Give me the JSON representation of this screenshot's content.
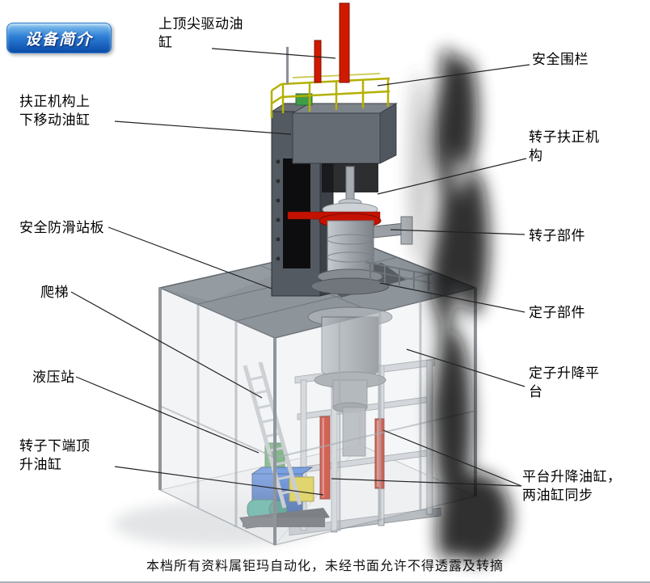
{
  "badge": {
    "label": "设备简介"
  },
  "labels": [
    {
      "id": "top-center-drive-cylinder",
      "text": "上顶尖驱动油\n缸"
    },
    {
      "id": "safety-fence",
      "text": "安全围栏"
    },
    {
      "id": "centering-mech-updown-cylinder",
      "text": "扶正机构上\n下移动油缸"
    },
    {
      "id": "rotor-centering-mech",
      "text": "转子扶正机\n构"
    },
    {
      "id": "anti-slip-platform",
      "text": "安全防滑站板"
    },
    {
      "id": "rotor-part",
      "text": "转子部件"
    },
    {
      "id": "ladder",
      "text": "爬梯"
    },
    {
      "id": "stator-part",
      "text": "定子部件"
    },
    {
      "id": "hydraulic-station",
      "text": "液压站"
    },
    {
      "id": "stator-lift-platform",
      "text": "定子升降平\n台"
    },
    {
      "id": "rotor-bottom-jack-cylinder",
      "text": "转子下端顶\n升油缸"
    },
    {
      "id": "platform-lift-cylinders",
      "text": "平台升降油缸，\n两油缸同步"
    }
  ],
  "footer": {
    "text": "本档所有资料属钜玛自动化，未经书面允许不得透露及转摘"
  },
  "colors": {
    "badge_blue": "#1668c8",
    "cylinder_red": "#c41500",
    "railing_yellow": "#b4b000",
    "hydraulic_blue": "#1d55c4",
    "frame_gray": "#8d949a"
  },
  "diagram_parts": [
    "press-column",
    "top-head-block",
    "safety-railing",
    "drive-rod",
    "rotor-assembly",
    "stator-assembly",
    "platform-deck",
    "enclosure-room",
    "lift-frame",
    "lift-cylinders",
    "hydraulic-unit",
    "access-ladder",
    "smoke-shadow"
  ]
}
